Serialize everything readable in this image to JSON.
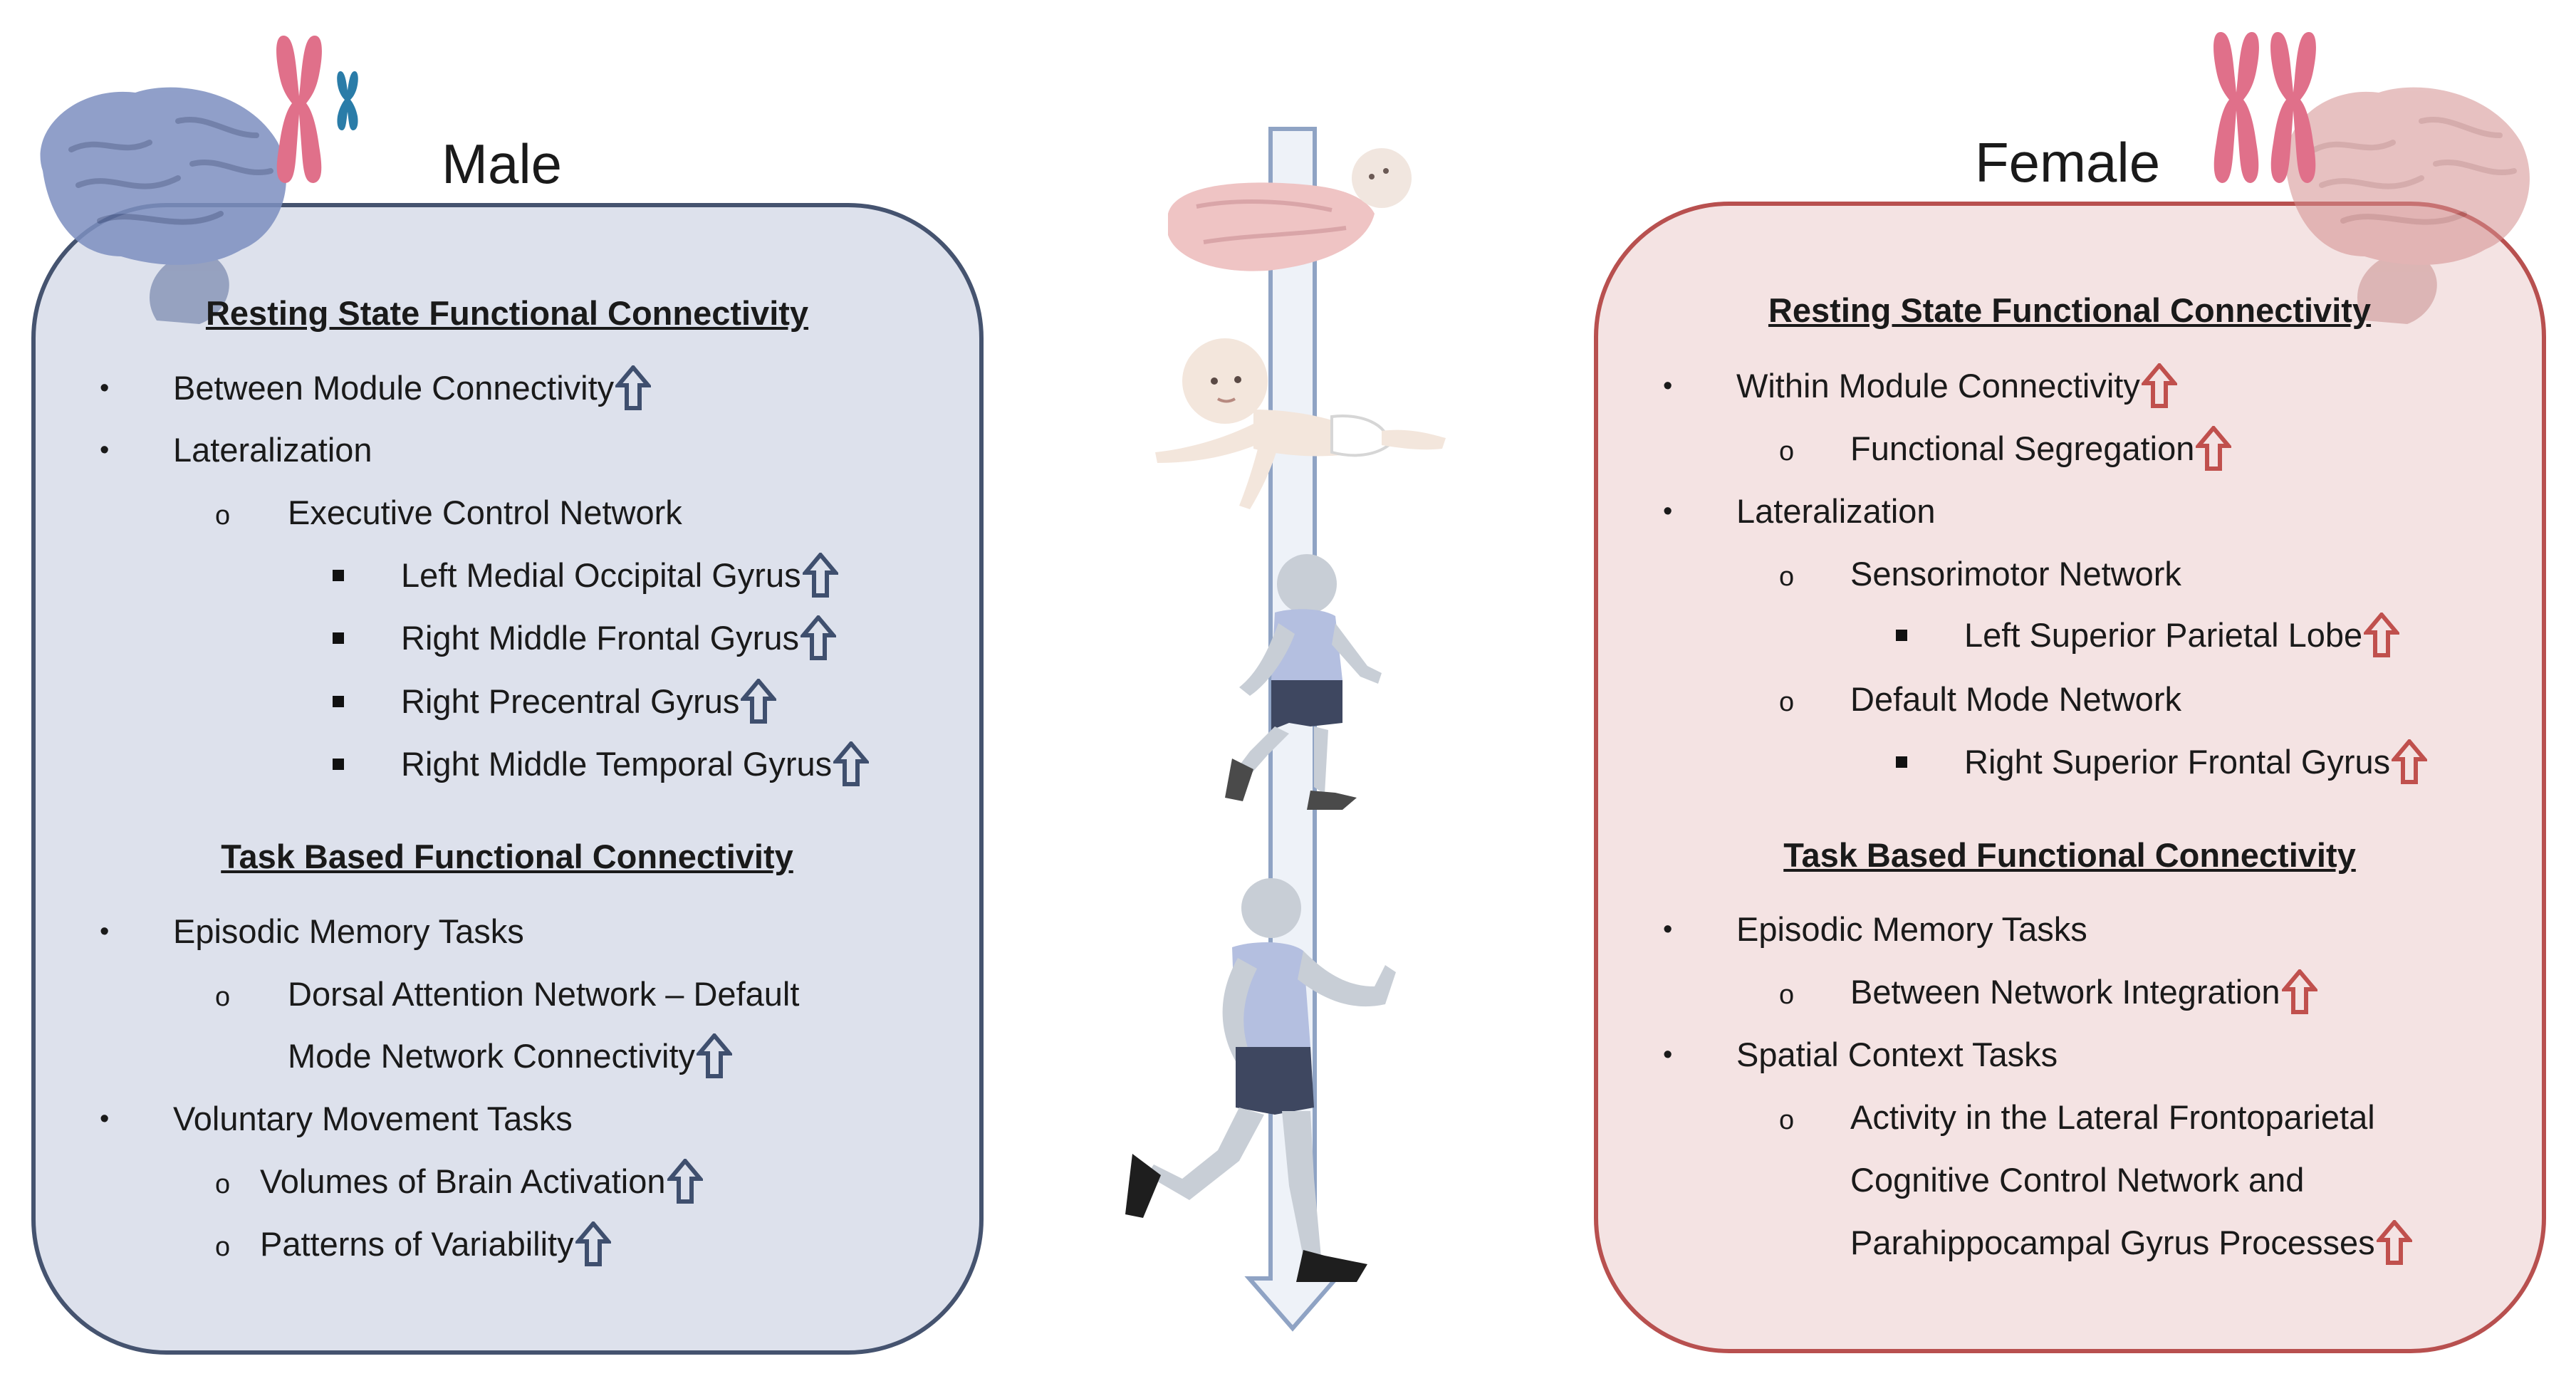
{
  "colors": {
    "male_fill": "#dde1ec",
    "male_border": "#45536f",
    "male_arrow": "#3f4f6e",
    "female_fill": "#f4e3e3",
    "female_border": "#b8504f",
    "female_arrow": "#c0504d",
    "chromosome_pink": "#e0708a",
    "chromosome_blue": "#2a7ca8",
    "timeline": "#8fa3c4"
  },
  "male": {
    "title": "Male",
    "rest_heading": "Resting State Functional Connectivity",
    "rest_items": [
      "Between Module Connectivity",
      "Lateralization",
      "Executive Control Network",
      "Left Medial Occipital Gyrus",
      "Right Middle Frontal Gyrus",
      "Right Precentral Gyrus",
      "Right Middle Temporal Gyrus"
    ],
    "task_heading": "Task Based Functional Connectivity",
    "task_items": [
      "Episodic Memory Tasks",
      "Dorsal Attention Network – Default",
      "Mode Network Connectivity",
      "Voluntary Movement Tasks",
      "Volumes of Brain Activation",
      "Patterns of Variability"
    ]
  },
  "female": {
    "title": "Female",
    "rest_heading": "Resting State Functional Connectivity",
    "rest_items": [
      "Within Module Connectivity",
      "Functional Segregation",
      "Lateralization",
      "Sensorimotor Network",
      "Left Superior Parietal Lobe",
      "Default Mode Network",
      "Right Superior Frontal Gyrus"
    ],
    "task_heading": "Task Based Functional Connectivity",
    "task_items": [
      "Episodic Memory Tasks",
      "Between Network Integration",
      "Spatial Context Tasks",
      "Activity in the Lateral Frontoparietal",
      "Cognitive Control Network and",
      "Parahippocampal Gyrus Processes"
    ]
  },
  "markers": {
    "bullet": "•",
    "circle": "o"
  },
  "icons": [
    "brain-icon",
    "chromosome-icon",
    "up-arrow-icon",
    "baby-icon",
    "infant-icon",
    "child-icon",
    "adult-icon",
    "timeline-arrow-icon"
  ]
}
